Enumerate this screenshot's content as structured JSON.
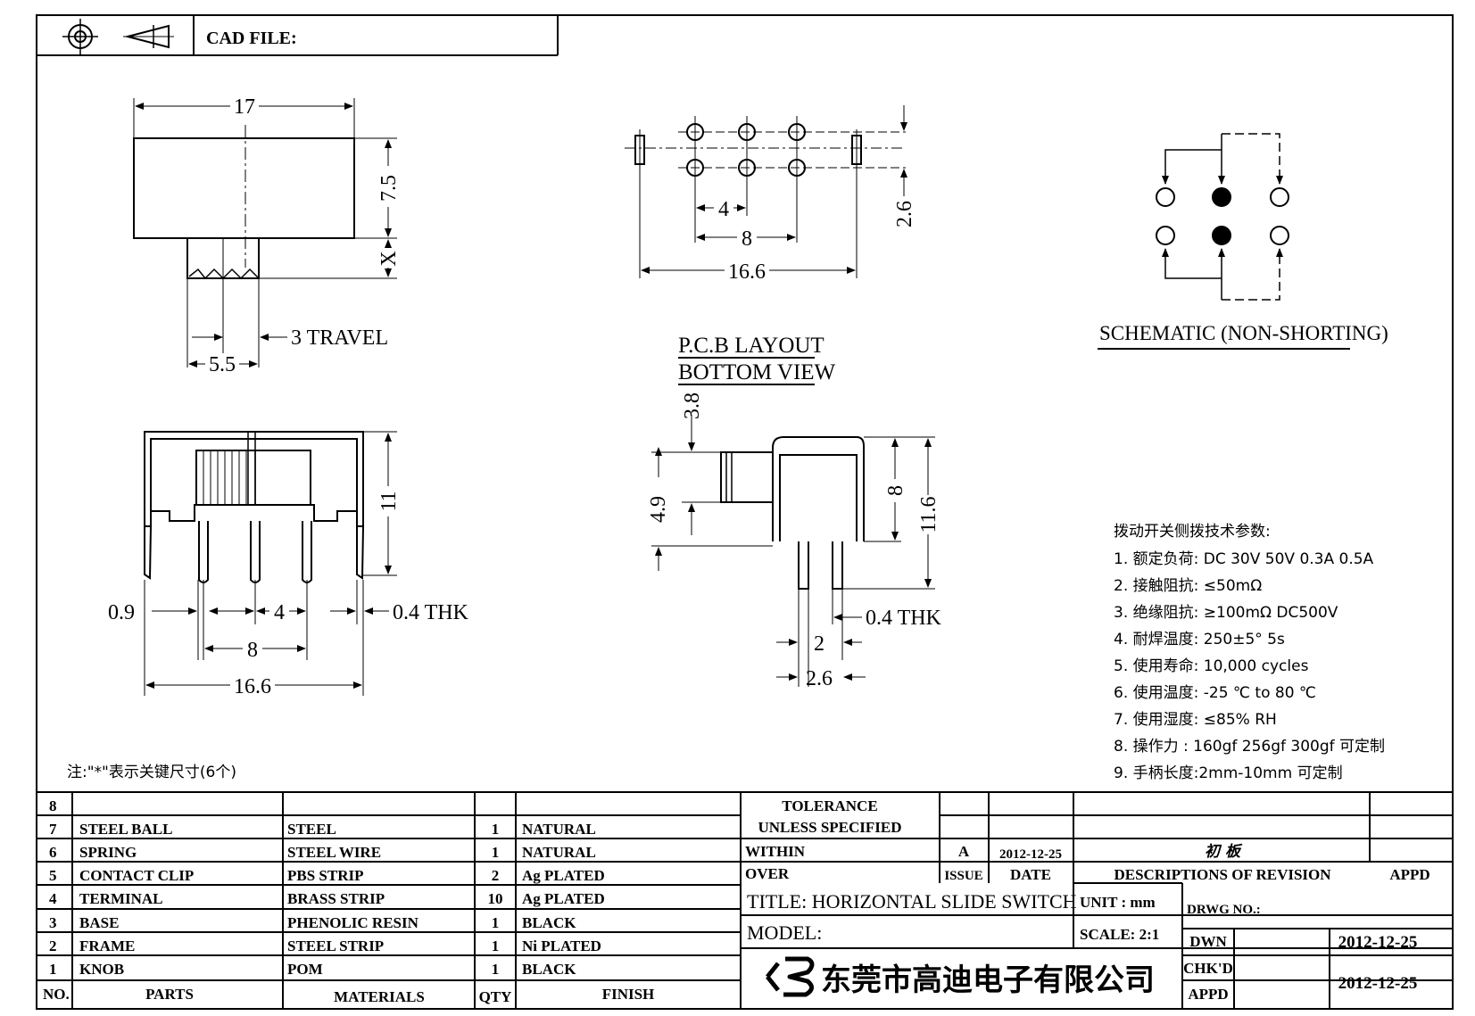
{
  "header": {
    "cad_file_label": "CAD FILE:"
  },
  "drawing1": {
    "dim_width": "17",
    "dim_height": "7.5",
    "dim_x": "X",
    "dim_travel": "3 TRAVEL",
    "dim_knob": "5.5"
  },
  "pcb": {
    "dim_4": "4",
    "dim_8": "8",
    "dim_166": "16.6",
    "dim_26": "2.6",
    "title_line1": "P.C.B LAYOUT",
    "title_line2": "BOTTOM VIEW"
  },
  "schematic": {
    "title": "SCHEMATIC (NON-SHORTING)"
  },
  "front_view": {
    "dim_11": "11",
    "dim_09": "0.9",
    "dim_4": "4",
    "dim_04thk": "0.4 THK",
    "dim_8": "8",
    "dim_166": "16.6"
  },
  "side_view": {
    "dim_38": "3.8",
    "dim_49": "4.9",
    "dim_8": "8",
    "dim_116": "11.6",
    "dim_04thk": "0.4 THK",
    "dim_2": "2",
    "dim_26": "2.6"
  },
  "specs": {
    "title": "拨动开关侧拨技术参数:",
    "items": [
      "1.  额定负荷: DC 30V    50V    0.3A    0.5A",
      "2.  接触阻抗:  ≤50mΩ",
      "3.  绝缘阻抗:  ≥100mΩ   DC500V",
      "4.  耐焊温度: 250±5°  5s",
      "5.  使用寿命: 10,000 cycles",
      "6.  使用温度: -25  ℃  to 80  ℃",
      "7.  使用湿度:  ≤85% RH",
      "8.  操作力 : 160gf    256gf    300gf  可定制",
      "9.  手柄长度:2mm-10mm   可定制"
    ]
  },
  "note": "注:\"*\"表示关键尺寸(6个)",
  "bom": {
    "rows": [
      {
        "no": "8",
        "part": "",
        "material": "",
        "qty": "",
        "finish": ""
      },
      {
        "no": "7",
        "part": "STEEL BALL",
        "material": "STEEL",
        "qty": "1",
        "finish": "NATURAL"
      },
      {
        "no": "6",
        "part": "SPRING",
        "material": "STEEL WIRE",
        "qty": "1",
        "finish": "NATURAL"
      },
      {
        "no": "5",
        "part": "CONTACT CLIP",
        "material": "PBS STRIP",
        "qty": "2",
        "finish": "Ag PLATED"
      },
      {
        "no": "4",
        "part": "TERMINAL",
        "material": "BRASS STRIP",
        "qty": "10",
        "finish": "Ag PLATED"
      },
      {
        "no": "3",
        "part": "BASE",
        "material": "PHENOLIC RESIN",
        "qty": "1",
        "finish": "BLACK"
      },
      {
        "no": "2",
        "part": "FRAME",
        "material": "STEEL STRIP",
        "qty": "1",
        "finish": "Ni PLATED"
      },
      {
        "no": "1",
        "part": "KNOB",
        "material": "POM",
        "qty": "1",
        "finish": "BLACK"
      }
    ],
    "headers": {
      "no": "NO.",
      "parts": "PARTS",
      "materials": "MATERIALS",
      "qty": "QTY",
      "finish": "FINISH"
    }
  },
  "title_block": {
    "tolerance1": "TOLERANCE",
    "tolerance2": "UNLESS   SPECIFIED",
    "within": "WITHIN",
    "over": "OVER",
    "rev_letter": "A",
    "rev_date": "2012-12-25",
    "rev_desc": "初 板",
    "issue": "ISSUE",
    "date": "DATE",
    "desc_rev": "DESCRIPTIONS OF REVISION",
    "appd": "APPD",
    "title": "TITLE: HORIZONTAL SLIDE SWITCH",
    "unit": "UNIT : mm",
    "drwg_no": "DRWG NO.:",
    "model": "MODEL:",
    "scale": "SCALE: 2:1",
    "dwn": "DWN",
    "dwn_date": "2012-12-25",
    "chkd": "CHK'D",
    "appd2": "APPD",
    "appd_date": "2012-12-25",
    "company": "东莞市高迪电子有限公司"
  }
}
